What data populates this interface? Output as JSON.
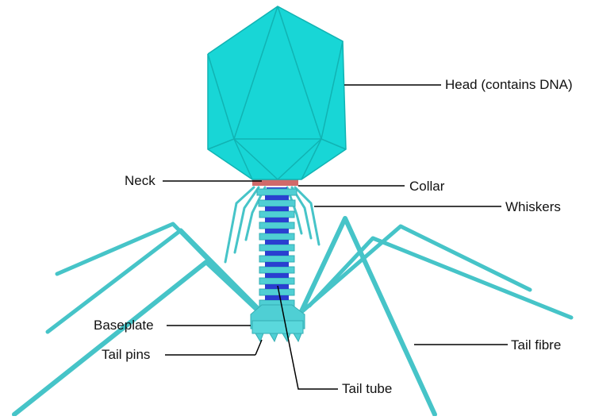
{
  "labels": {
    "head": "Head (contains DNA)",
    "neck": "Neck",
    "collar": "Collar",
    "whiskers": "Whiskers",
    "baseplate": "Baseplate",
    "tail_pins": "Tail pins",
    "tail_fibre": "Tail fibre",
    "tail_tube": "Tail tube"
  },
  "colors": {
    "capsid": "#18d6d6",
    "capsid_dark": "#10b8b8",
    "structure": "#46c4c8",
    "tube": "#2a3fd0",
    "collar": "#d06a6a",
    "leader": "#000000"
  }
}
